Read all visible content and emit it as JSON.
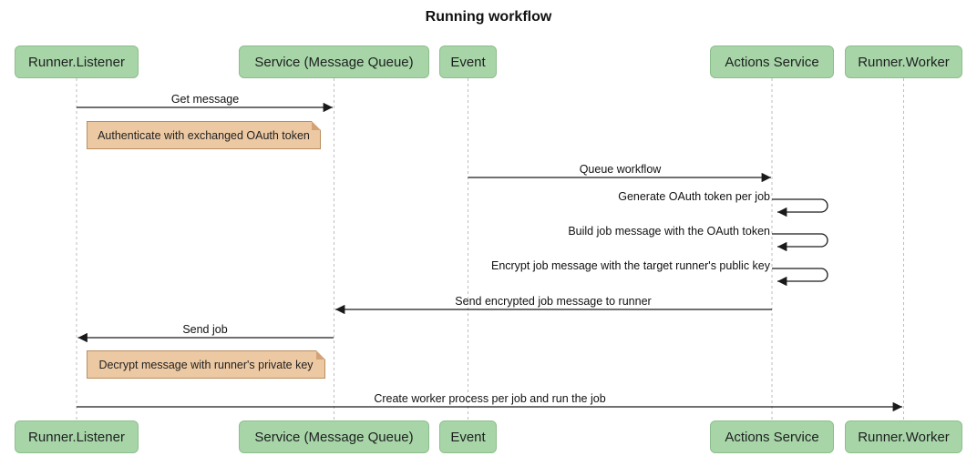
{
  "title": "Running workflow",
  "participants": [
    {
      "label": "Runner.Listener"
    },
    {
      "label": "Service (Message Queue)"
    },
    {
      "label": "Event"
    },
    {
      "label": "Actions Service"
    },
    {
      "label": "Runner.Worker"
    }
  ],
  "messages": [
    {
      "text": "Get message",
      "from": "Runner.Listener",
      "to": "Service (Message Queue)"
    },
    {
      "text": "Queue workflow",
      "from": "Event",
      "to": "Actions Service"
    },
    {
      "text": "Generate OAuth token per job",
      "from": "Actions Service",
      "to": "Actions Service"
    },
    {
      "text": "Build job message with the OAuth token",
      "from": "Actions Service",
      "to": "Actions Service"
    },
    {
      "text": "Encrypt job message with the target runner's public key",
      "from": "Actions Service",
      "to": "Actions Service"
    },
    {
      "text": "Send encrypted job message to runner",
      "from": "Actions Service",
      "to": "Service (Message Queue)"
    },
    {
      "text": "Send job",
      "from": "Service (Message Queue)",
      "to": "Runner.Listener"
    },
    {
      "text": "Create worker process per job and run the job",
      "from": "Runner.Listener",
      "to": "Runner.Worker"
    }
  ],
  "notes": [
    {
      "text": "Authenticate with exchanged OAuth token"
    },
    {
      "text": "Decrypt message with runner's private key"
    }
  ],
  "colors": {
    "participant_fill": "#a8d5a8",
    "participant_border": "#8cbd8c",
    "note_fill": "#ecc9a3",
    "note_border": "#b98e5f",
    "note_fold": "#d3a276",
    "lifeline": "#bdbdbd",
    "arrow": "#1a1a1a"
  }
}
